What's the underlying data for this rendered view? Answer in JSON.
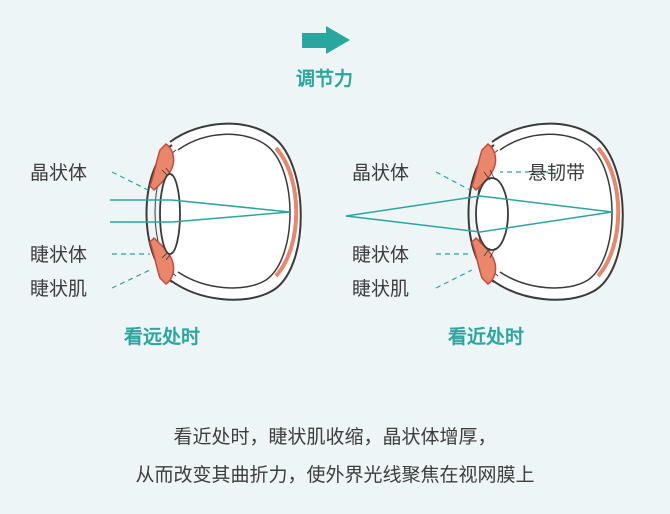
{
  "header": {
    "title": "调节力",
    "arrow_icon": "right-arrow-icon"
  },
  "left_eye": {
    "labels": {
      "lens": "晶状体",
      "ciliary_body": "睫状体",
      "ciliary_muscle": "睫状肌"
    },
    "caption": "看远处时"
  },
  "right_eye": {
    "labels": {
      "lens": "晶状体",
      "zonule": "悬韧带",
      "ciliary_body": "睫状体",
      "ciliary_muscle": "睫状肌"
    },
    "caption": "看近处时"
  },
  "description": {
    "line1": "看近处时，睫状肌收缩，晶状体增厚，",
    "line2": "从而改变其曲折力，使外界光线聚焦在视网膜上"
  },
  "colors": {
    "background": "#eef5f7",
    "accent": "#2aa6a0",
    "muscle": "#e9866c",
    "muscle_edge": "#c84b3a",
    "outline": "#3a3a3a",
    "text": "#3d3d3d"
  }
}
